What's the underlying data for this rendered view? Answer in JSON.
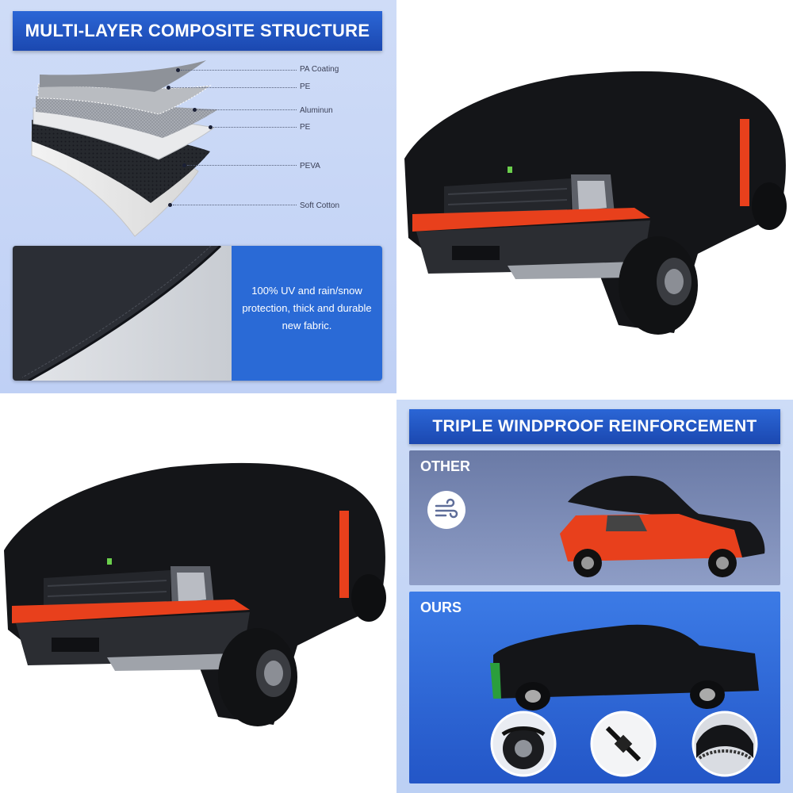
{
  "composite": {
    "title": "MULTI-LAYER COMPOSITE STRUCTURE",
    "layers": [
      "PA Coating",
      "PE",
      "Aluminun",
      "PE",
      "PEVA",
      "Soft Cotton"
    ],
    "fabric_text": "100% UV and rain/snow protection, thick and durable new fabric."
  },
  "windproof": {
    "title": "TRIPLE WINDPROOF REINFORCEMENT",
    "other_label": "OTHER",
    "ours_label": "OURS"
  },
  "colors": {
    "banner_blue": "#1f55c2",
    "cover_black": "#141518",
    "truck_orange": "#e8401c"
  }
}
